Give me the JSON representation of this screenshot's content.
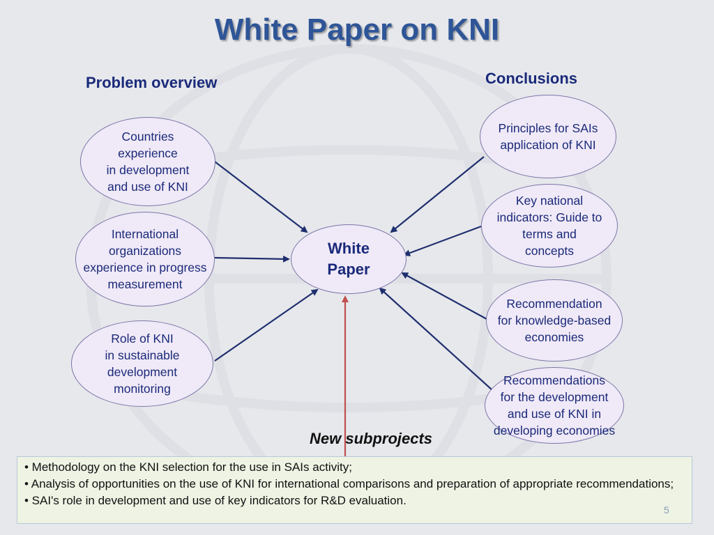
{
  "title": "White Paper on KNI",
  "headings": {
    "problem": "Problem overview",
    "conclusions": "Conclusions"
  },
  "center": "White\nPaper",
  "problem_nodes": [
    "Countries\nexperience\nin development\nand use of KNI",
    "International\norganizations\nexperience in progress\nmeasurement",
    "Role of KNI\nin sustainable\ndevelopment\nmonitoring"
  ],
  "conclusion_nodes": [
    "Principles for SAIs\napplication of KNI",
    "Key national\nindicators: Guide to\nterms and\nconcepts",
    "Recommendation\nfor knowledge-based\neconomies",
    "Recommendations\nfor the development\nand use of KNI in\ndeveloping economies"
  ],
  "new_subprojects_label": "New subprojects",
  "subprojects": [
    "• Methodology on the KNI selection for the use in SAIs activity;",
    "• Analysis of opportunities on the use of KNI for international comparisons and preparation of appropriate recommendations;",
    "• SAI's role in development and use of key indicators for R&D evaluation."
  ],
  "page_number": "5",
  "colors": {
    "title": "#2e5597",
    "text": "#1a2a7a",
    "oval_fill": "#f0e9f7",
    "oval_border": "#7a76a8",
    "arrow_blue": "#1f2f6e",
    "arrow_red": "#c0504d",
    "bottom_box": "#eef3e4"
  }
}
